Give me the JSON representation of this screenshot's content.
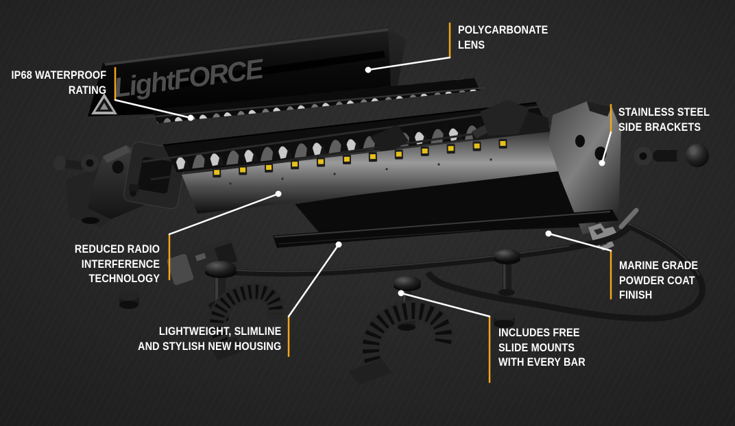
{
  "brand": {
    "logo_text": "LightFORCE"
  },
  "colors": {
    "accent_yellow": "#F4A51C",
    "background": "#262626",
    "label_text": "#FFFFFF",
    "callout_line": "#FFFFFF",
    "led_chip_yellow": "#E7C11B"
  },
  "illustration": {
    "description": "Exploded view of a Lightforce LED light bar"
  },
  "callouts": [
    {
      "name": "polycarbonate-lens",
      "lines": [
        "POLYCARBONATE",
        "LENS"
      ]
    },
    {
      "name": "ip68-waterproof-rating",
      "lines": [
        "IP68 WATERPROOF",
        "RATING"
      ]
    },
    {
      "name": "stainless-steel-side-brackets",
      "lines": [
        "STAINLESS STEEL",
        "SIDE BRACKETS"
      ]
    },
    {
      "name": "reduced-radio-interference-technology",
      "lines": [
        "REDUCED RADIO",
        "INTERFERENCE",
        "TECHNOLOGY"
      ]
    },
    {
      "name": "marine-grade-powder-coat-finish",
      "lines": [
        "MARINE GRADE",
        "POWDER COAT",
        "FINISH"
      ]
    },
    {
      "name": "lightweight-slimline-housing",
      "lines": [
        "LIGHTWEIGHT, SLIMLINE",
        "AND STYLISH NEW HOUSING"
      ]
    },
    {
      "name": "includes-free-slide-mounts",
      "lines": [
        "INCLUDES FREE",
        "SLIDE MOUNTS",
        "WITH EVERY BAR"
      ]
    }
  ]
}
